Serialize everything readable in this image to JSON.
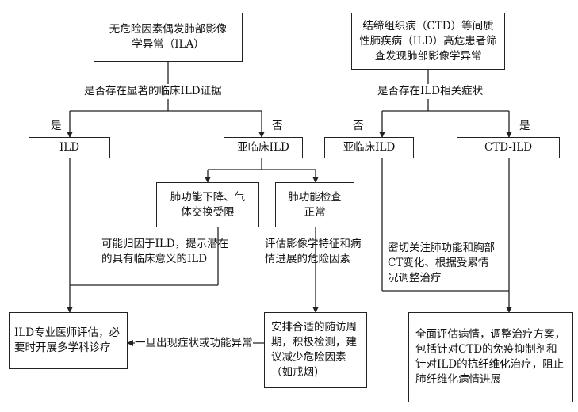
{
  "watermark": "",
  "left": {
    "start": "无危险因素偶发肺部影像学异常（ILA）",
    "question": "是否存在显著的临床ILD证据",
    "yes": "是",
    "no": "否",
    "ild": "ILD",
    "subclinical": "亚临床ILD",
    "decline": "肺功能下降、气体交换受限",
    "normal": "肺功能检查正常",
    "attribute_text": "可能归因于ILD，提示潜在的具有临床意义的ILD",
    "evaluate_text": "评估影像学特征和病情进展的危险因素",
    "specialist": "ILD专业医师评估，必要时开展多学科诊疗",
    "followup": "安排合适的随访周期，积极检测，建议减少危险因素（如戒烟）",
    "back_text": "一旦出现症状或功能异常"
  },
  "right": {
    "start": "结缔组织病（CTD）等间质性肺疾病（ILD）高危患者筛查发现肺部影像学异常",
    "question": "是否存在ILD相关症状",
    "no": "否",
    "yes": "是",
    "subclinical": "亚临床ILD",
    "ctd_ild": "CTD-ILD",
    "monitor_text": "密切关注肺功能和胸部CT变化、根据受累情况调整治疗",
    "comprehensive": "全面评估病情，调整治疗方案，包括针对CTD的免疫抑制剂和针对ILD的抗纤维化治疗，阻止肺纤维化病情进展"
  }
}
